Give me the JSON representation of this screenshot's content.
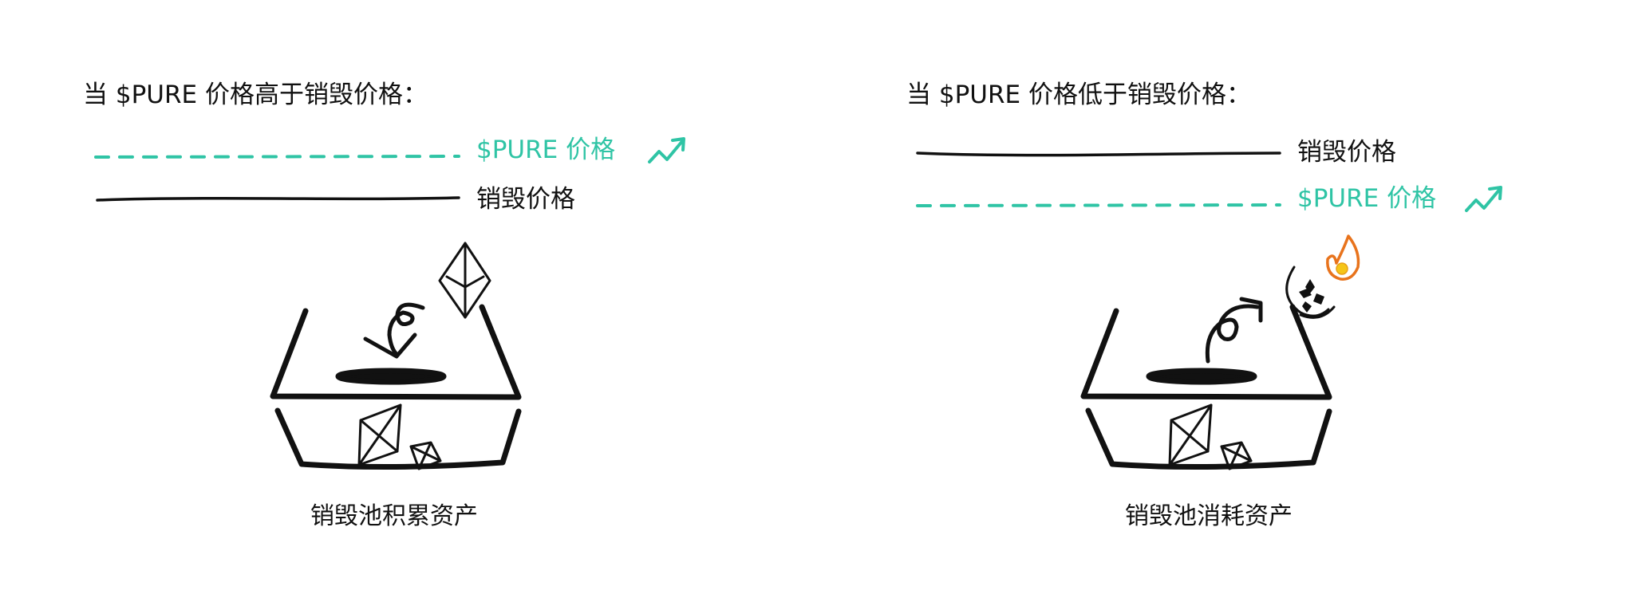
{
  "left": {
    "title": "当 $PURE 价格高于销毁价格：",
    "pure_price_label": "$PURE 价格",
    "burn_price_label": "销毁价格",
    "caption": "销毁池积累资产"
  },
  "right": {
    "title": "当 $PURE 价格低于销毁价格：",
    "burn_price_label": "销毁价格",
    "pure_price_label": "$PURE 价格",
    "caption": "销毁池消耗资产"
  },
  "colors": {
    "teal": "#2fc4a5",
    "ink": "#111111",
    "flame": "#e8731c",
    "flame_core": "#f5c518"
  }
}
